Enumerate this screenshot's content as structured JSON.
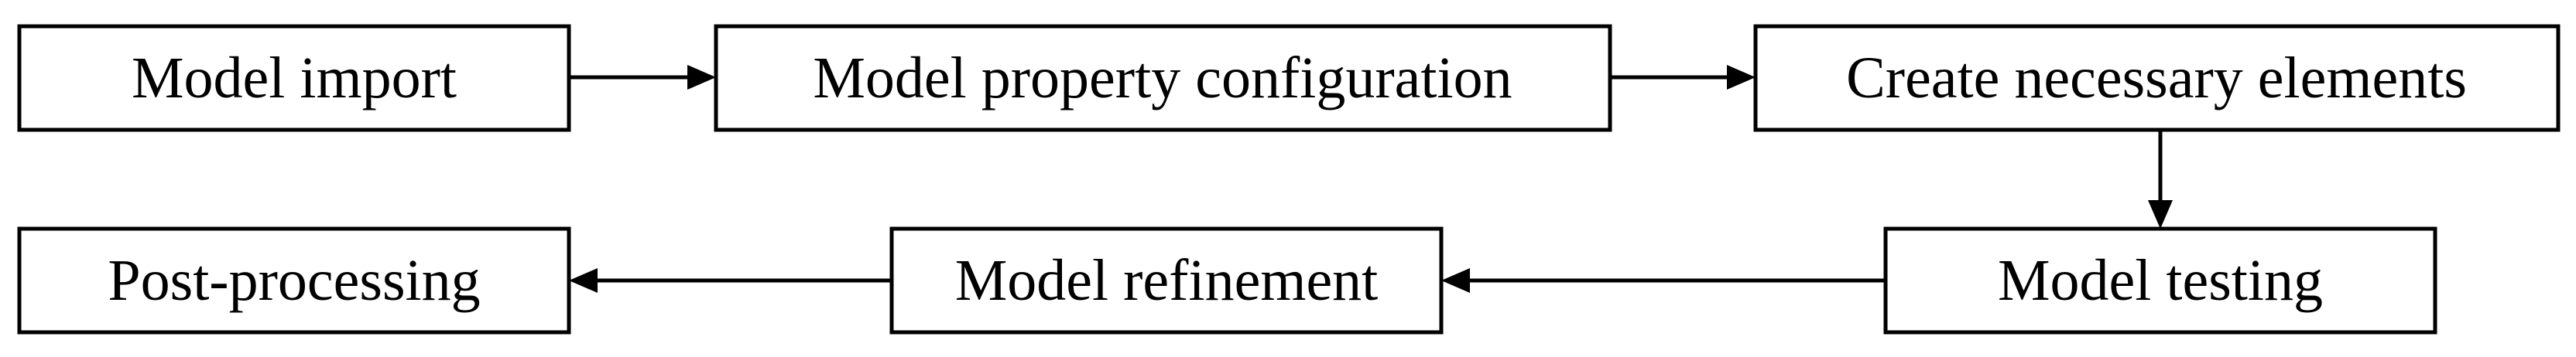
{
  "diagram": {
    "nodes": [
      {
        "id": "model-import",
        "label": "Model import"
      },
      {
        "id": "model-property-configuration",
        "label": "Model property configuration"
      },
      {
        "id": "create-necessary-elements",
        "label": "Create necessary elements"
      },
      {
        "id": "model-testing",
        "label": "Model testing"
      },
      {
        "id": "model-refinement",
        "label": "Model refinement"
      },
      {
        "id": "post-processing",
        "label": "Post-processing"
      }
    ],
    "edges": [
      {
        "from": "model-import",
        "to": "model-property-configuration"
      },
      {
        "from": "model-property-configuration",
        "to": "create-necessary-elements"
      },
      {
        "from": "create-necessary-elements",
        "to": "model-testing"
      },
      {
        "from": "model-testing",
        "to": "model-refinement"
      },
      {
        "from": "model-refinement",
        "to": "post-processing"
      }
    ],
    "colors": {
      "stroke": "#000000",
      "fill": "#ffffff",
      "text": "#000000"
    }
  }
}
